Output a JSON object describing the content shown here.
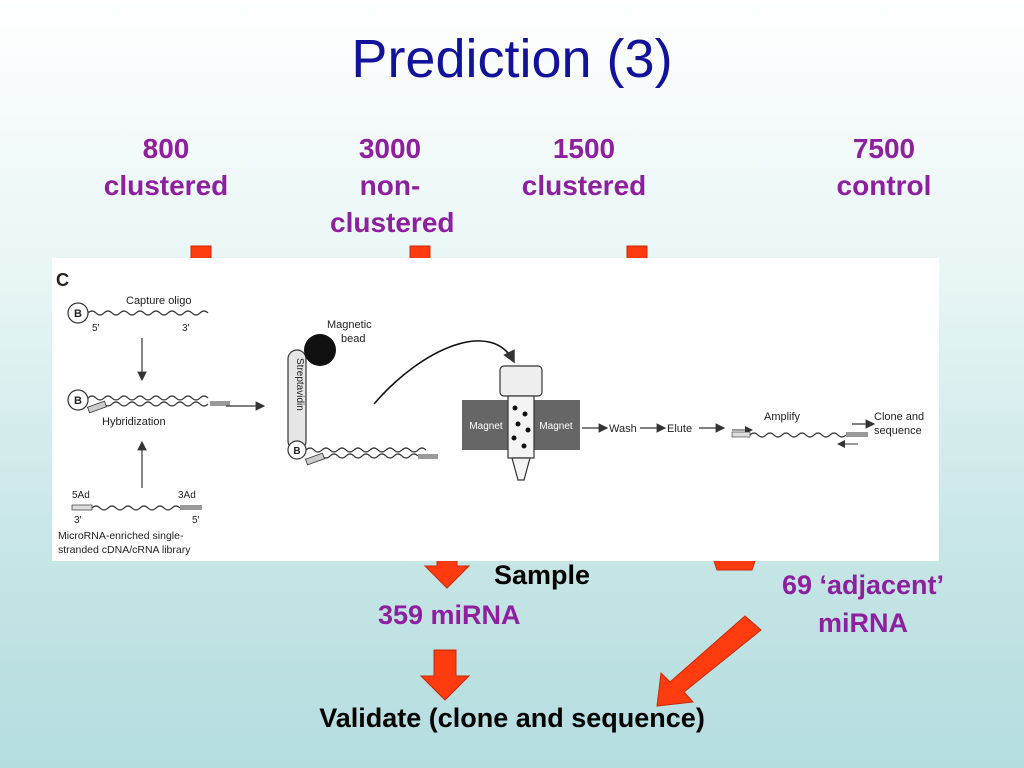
{
  "slide": {
    "title": "Prediction (3)",
    "groups": [
      {
        "count": "800",
        "label": "clustered"
      },
      {
        "count": "3000",
        "label": "non-clustered"
      },
      {
        "count": "1500",
        "label": "clustered"
      },
      {
        "count": "7500",
        "label": "control"
      }
    ],
    "sample_label": "Sample",
    "mirna_count_label": "359 miRNA",
    "adjacent_label_line1": "69 ‘adjacent’",
    "adjacent_label_line2": "miRNA",
    "validate_label": "Validate (clone and sequence)",
    "colors": {
      "title": "#12129a",
      "accent": "#8e1f9e",
      "arrow": "#ff3b0f"
    }
  },
  "figure": {
    "panel_letter": "C",
    "capture_oligo": "Capture oligo",
    "biotin": "B",
    "five_prime": "5′",
    "three_prime": "3′",
    "hybridization": "Hybridization",
    "five_ad": "5Ad",
    "three_ad": "3Ad",
    "library_line1": "MicroRNA-enriched single-",
    "library_line2": "stranded cDNA/cRNA library",
    "magnetic_bead_line1": "Magnetic",
    "magnetic_bead_line2": "bead",
    "streptavidin": "Streptavidin",
    "magnet": "Magnet",
    "wash": "Wash",
    "elute": "Elute",
    "amplify": "Amplify",
    "clone_line1": "Clone and",
    "clone_line2": "sequence"
  }
}
